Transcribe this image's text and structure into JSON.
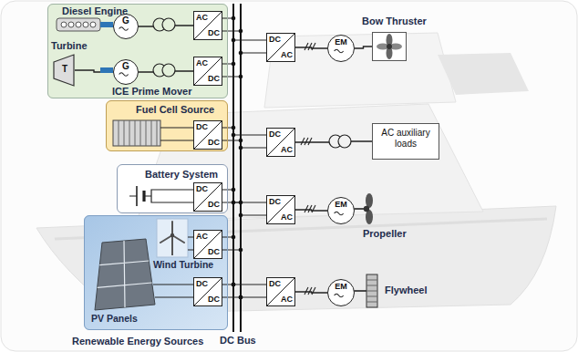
{
  "diagram": {
    "nodes": [
      {
        "text": [
          "ICE Prime Mover"
        ]
      },
      {
        "text": [
          "G"
        ],
        "in": 0
      },
      {
        "text": [
          "AC",
          "DC"
        ],
        "in": 0
      },
      {
        "text": [
          "T"
        ],
        "in": 0
      },
      {
        "text": [
          "G"
        ],
        "in": 0
      },
      {
        "text": [
          "AC",
          "DC"
        ],
        "in": 0
      },
      {
        "text": [
          "Fuel Cell Source"
        ]
      },
      {
        "text": [
          "DC",
          "DC"
        ],
        "in": 6
      },
      {
        "text": [
          "Battery System"
        ]
      },
      {
        "text": [
          "DC",
          "DC"
        ],
        "in": 8
      },
      {
        "text": [
          "Renewable Energy Sources"
        ]
      },
      {
        "text": [
          "AC",
          "DC"
        ],
        "in": 10
      },
      {
        "text": [
          "DC",
          "DC"
        ],
        "in": 10
      },
      {
        "text": [
          "DC",
          "AC"
        ]
      },
      {
        "text": [
          "EM"
        ]
      },
      {
        "text": [
          "Bow Thruster"
        ]
      },
      {
        "text": [
          "DC",
          "AC"
        ]
      },
      {
        "text": [
          "AC auxiliary loads"
        ]
      },
      {
        "text": [
          "DC",
          "AC"
        ]
      },
      {
        "text": [
          "EM"
        ]
      },
      {
        "text": [
          "DC",
          "AC"
        ]
      },
      {
        "text": [
          "EM"
        ]
      }
    ],
    "edges": [
      {
        "from": 1,
        "to": 2,
        "arrow": "none"
      },
      {
        "from": 3,
        "to": 4,
        "arrow": "none"
      },
      {
        "from": 4,
        "to": 5,
        "arrow": "none"
      },
      {
        "from": 13,
        "to": 14,
        "arrow": "none"
      },
      {
        "from": 14,
        "to": 15,
        "arrow": "none"
      },
      {
        "from": 16,
        "to": 17,
        "arrow": "none"
      },
      {
        "from": 18,
        "to": 19,
        "arrow": "none"
      },
      {
        "from": 20,
        "to": 21,
        "arrow": "none"
      }
    ],
    "labels": [
      "Diesel Engine",
      "Turbine",
      "Wind Turbine",
      "PV Panels",
      "Propeller",
      "Flywheel",
      "DC Bus"
    ]
  }
}
